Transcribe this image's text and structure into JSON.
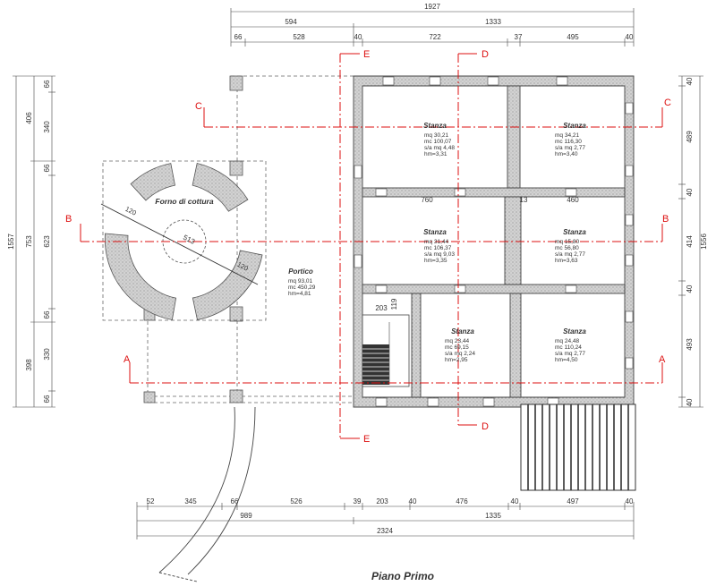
{
  "drawing": {
    "title": "Piano Primo",
    "colors": {
      "section_line": "#dd1111",
      "wall_fill": "#cfcfcf",
      "dim_line": "#444444"
    },
    "dims_top": {
      "overall": "1927",
      "row2": [
        "594",
        "1333"
      ],
      "row3": [
        "66",
        "528",
        "40",
        "722",
        "37",
        "495",
        "40"
      ]
    },
    "dims_bottom": {
      "row1": [
        "52",
        "345",
        "66",
        "526",
        "39",
        "203",
        "40",
        "476",
        "40",
        "497",
        "40"
      ],
      "row2": [
        "989",
        "1335"
      ],
      "overall": "2324"
    },
    "dims_left": {
      "overall": "1557",
      "row2": [
        "406",
        "753",
        "398"
      ],
      "row3": [
        "66",
        "340",
        "66",
        "623",
        "66",
        "330",
        "66"
      ]
    },
    "dims_right": {
      "overall": "1556",
      "row2": [
        "40",
        "489",
        "40",
        "414",
        "40",
        "493",
        "40"
      ]
    },
    "sections": [
      {
        "id": "C",
        "label": "C"
      },
      {
        "id": "B",
        "label": "B"
      },
      {
        "id": "A",
        "label": "A"
      },
      {
        "id": "E",
        "label": "E"
      },
      {
        "id": "D",
        "label": "D"
      }
    ],
    "rooms": [
      {
        "name": "Stanza",
        "mq": "mq  30,21",
        "mc": "mc 100,07",
        "sfa": "s/a mq   4,48",
        "hm": "hm=3,31"
      },
      {
        "name": "Stanza",
        "mq": "mq  34,21",
        "mc": "mc 116,30",
        "sfa": "s/a mq   2,77",
        "hm": "hm=3,40"
      },
      {
        "name": "Stanza",
        "mq": "mq  31,44",
        "mc": "mc 106,37",
        "sfa": "s/a mq   9,03",
        "hm": "hm=3,35"
      },
      {
        "name": "Stanza",
        "mq": "mq  15,80",
        "mc": "mc  56,80",
        "sfa": "s/a mq   2,77",
        "hm": "hm=3,63"
      },
      {
        "name": "Stanza",
        "mq": "mq  23,44",
        "mc": "mc  69,15",
        "sfa": "s/a mq   2,24",
        "hm": "hm=2,95"
      },
      {
        "name": "Stanza",
        "mq": "mq  24,48",
        "mc": "mc 110,24",
        "sfa": "s/a mq   2,77",
        "hm": "hm=4,50"
      },
      {
        "name": "Portico",
        "mq": "mq  93,01",
        "mc": "mc 450,29",
        "sfa": "",
        "hm": "hm=4,81"
      }
    ],
    "oven": {
      "name": "Forno di cottura",
      "diameter": "513",
      "ring_1": "120",
      "ring_2": "120"
    },
    "inner_dims": {
      "d760": "760",
      "d13": "13",
      "d460": "460",
      "d203": "203",
      "d119": "119"
    }
  }
}
